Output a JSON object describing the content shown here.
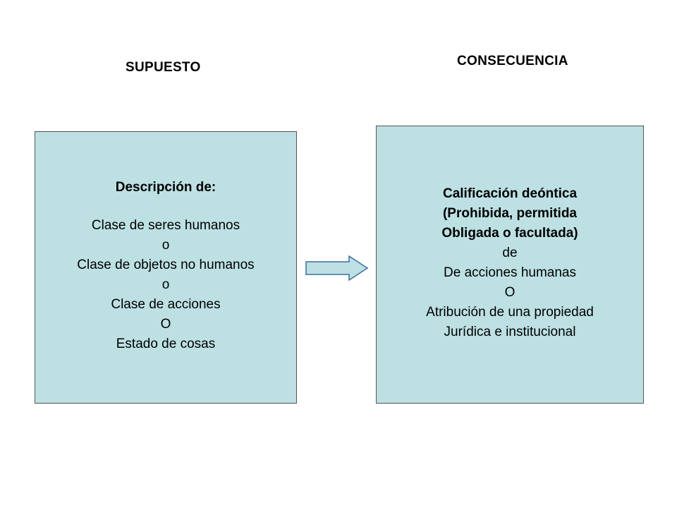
{
  "diagram": {
    "left_heading": "SUPUESTO",
    "right_heading": "CONSECUENCIA",
    "left_box": {
      "title": "Descripción de:",
      "lines": [
        "Clase de seres humanos",
        "o",
        "Clase de objetos no humanos",
        "o",
        "Clase de acciones",
        "O",
        "Estado de cosas"
      ]
    },
    "right_box": {
      "bold_lines": [
        "Calificación deóntica",
        "(Prohibida, permitida",
        "Obligada o facultada)"
      ],
      "lines": [
        "de",
        "De acciones humanas",
        "O",
        "Atribución de una propiedad",
        "Jurídica e institucional"
      ]
    },
    "colors": {
      "box_fill": "#bde0e3",
      "box_border": "#555555",
      "arrow_fill": "#bde0e3",
      "arrow_stroke": "#3b6f99"
    }
  }
}
